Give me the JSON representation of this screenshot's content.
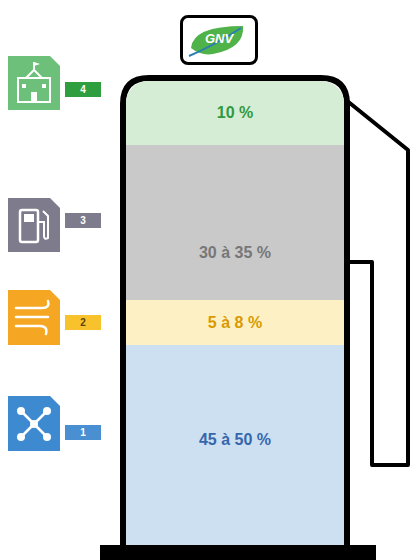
{
  "diagram": {
    "nodes": [
      {
        "text": [
          "GNV"
        ]
      },
      {
        "text": [
          "4"
        ]
      },
      {
        "text": [
          "10 %"
        ]
      },
      {
        "text": [
          "3"
        ]
      },
      {
        "text": [
          "30 à 35 %"
        ]
      },
      {
        "text": [
          "2"
        ]
      },
      {
        "text": [
          "5 à 8 %"
        ]
      },
      {
        "text": [
          "1"
        ]
      },
      {
        "text": [
          "45 à 50 %"
        ]
      }
    ]
  }
}
